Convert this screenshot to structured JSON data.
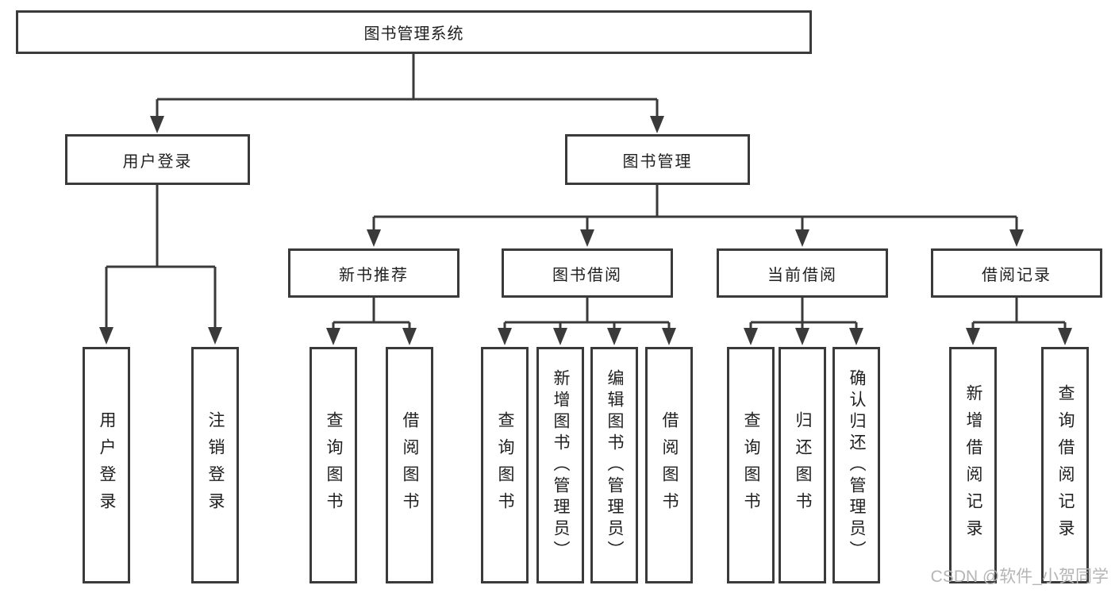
{
  "colors": {
    "background": "#ffffff",
    "line": "#3a3a3a",
    "box_border": "#3a3a3a",
    "text": "#202020",
    "watermark": "#b5b5b5"
  },
  "watermark": {
    "text": "CSDN @软件_小贺同学"
  },
  "tree": {
    "root": {
      "label": "图书管理系统"
    },
    "branches": [
      {
        "label": "用户登录",
        "children": [
          {
            "label": "用户登录"
          },
          {
            "label": "注销登录"
          }
        ]
      },
      {
        "label": "图书管理",
        "categories": [
          {
            "label": "新书推荐",
            "children": [
              {
                "label": "查询图书"
              },
              {
                "label": "借阅图书"
              }
            ]
          },
          {
            "label": "图书借阅",
            "children": [
              {
                "label": "查询图书"
              },
              {
                "label": "新增图书（管理员）"
              },
              {
                "label": "编辑图书（管理员）"
              },
              {
                "label": "借阅图书"
              }
            ]
          },
          {
            "label": "当前借阅",
            "children": [
              {
                "label": "查询图书"
              },
              {
                "label": "归还图书"
              },
              {
                "label": "确认归还（管理员）"
              }
            ]
          },
          {
            "label": "借阅记录",
            "children": [
              {
                "label": "新增借阅记录"
              },
              {
                "label": "查询借阅记录"
              }
            ]
          }
        ]
      }
    ]
  }
}
